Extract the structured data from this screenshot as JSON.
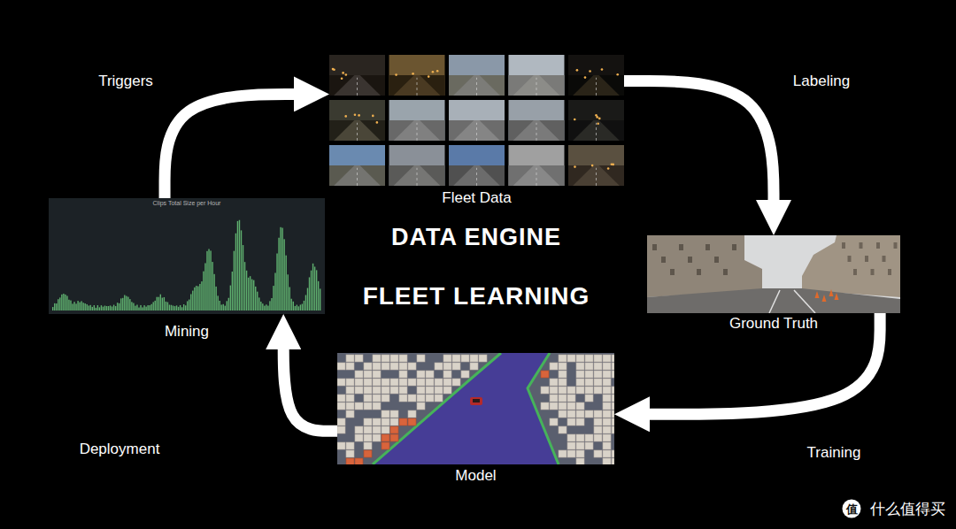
{
  "diagram": {
    "nodes": [
      {
        "text": [
          "Fleet Data"
        ]
      },
      {
        "text": [
          "Ground Truth"
        ]
      },
      {
        "text": [
          "Model"
        ]
      },
      {
        "text": [
          "Mining"
        ]
      }
    ],
    "edges": [
      {
        "from": 3,
        "to": 0,
        "arrow": "to",
        "label": "Triggers"
      },
      {
        "from": 0,
        "to": 1,
        "arrow": "to",
        "label": "Labeling"
      },
      {
        "from": 1,
        "to": 2,
        "arrow": "to",
        "label": "Training"
      },
      {
        "from": 2,
        "to": 3,
        "arrow": "to",
        "label": "Deployment"
      }
    ],
    "labels": [
      "DATA ENGINE",
      "FLEET LEARNING",
      "Clips Total Size per Hour",
      "值",
      "什么值得买"
    ]
  }
}
